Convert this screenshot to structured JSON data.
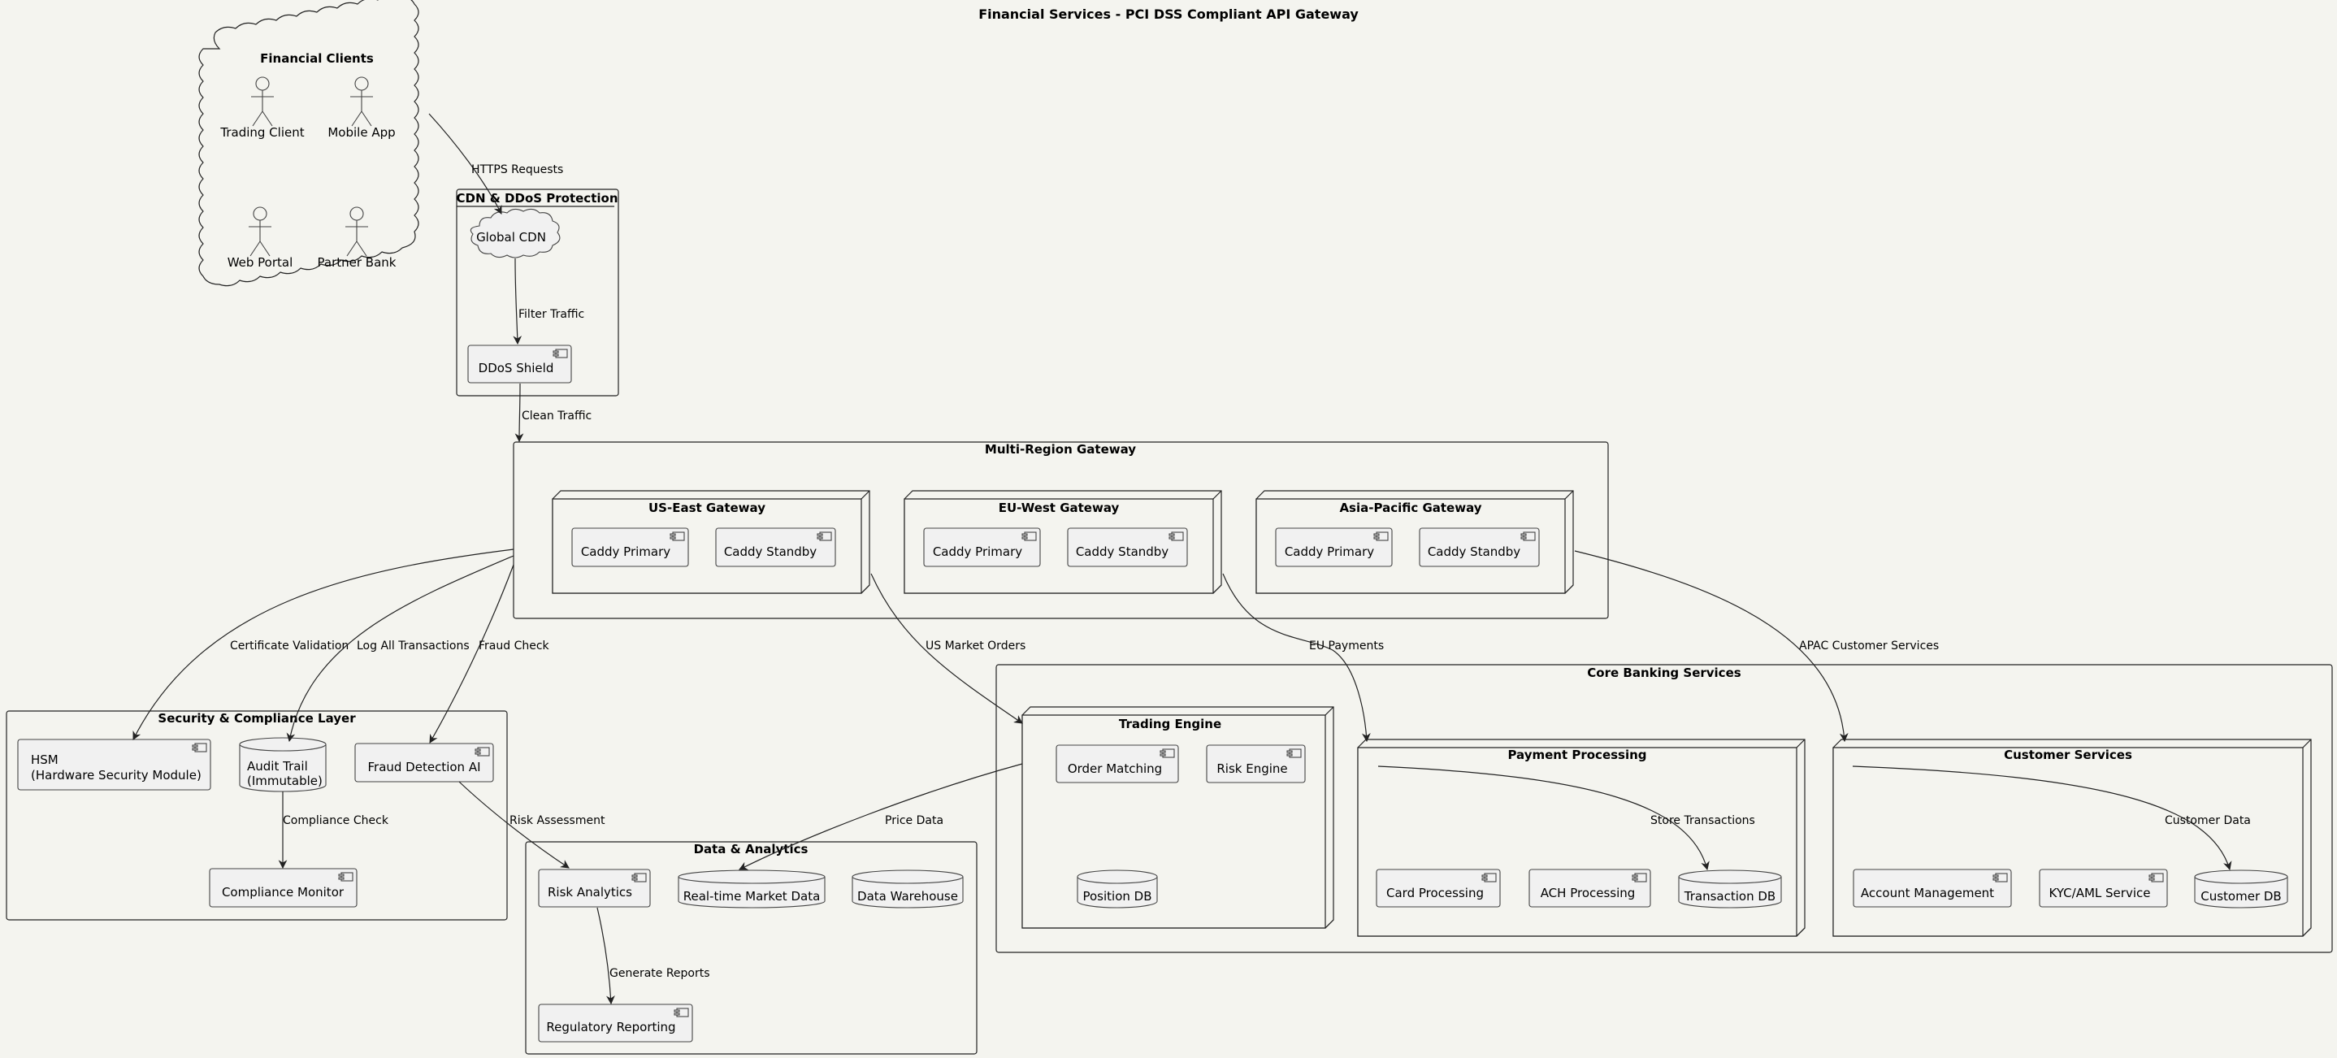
{
  "title": "Financial Services - PCI DSS Compliant API Gateway",
  "groups": {
    "clients": "Financial Clients",
    "cdn": "CDN & DDoS Protection",
    "gateway": "Multi-Region Gateway",
    "us_east": "US-East Gateway",
    "eu_west": "EU-West Gateway",
    "apac": "Asia-Pacific Gateway",
    "security": "Security & Compliance Layer",
    "analytics": "Data & Analytics",
    "core": "Core Banking Services",
    "trading": "Trading Engine",
    "payment": "Payment Processing",
    "customer": "Customer Services"
  },
  "actors": {
    "trading_client": "Trading Client",
    "mobile_app": "Mobile App",
    "web_portal": "Web Portal",
    "partner_bank": "Partner Bank"
  },
  "components": {
    "global_cdn": "Global CDN",
    "ddos_shield": "DDoS Shield",
    "caddy_primary": "Caddy Primary",
    "caddy_standby": "Caddy Standby",
    "hsm_line1": "HSM",
    "hsm_line2": "(Hardware Security Module)",
    "audit_line1": "Audit Trail",
    "audit_line2": "(Immutable)",
    "fraud_ai": "Fraud Detection AI",
    "compliance_monitor": "Compliance Monitor",
    "risk_analytics": "Risk Analytics",
    "market_data": "Real-time Market Data",
    "data_warehouse": "Data Warehouse",
    "regulatory_reporting": "Regulatory Reporting",
    "order_matching": "Order Matching",
    "risk_engine": "Risk Engine",
    "position_db": "Position DB",
    "card_processing": "Card Processing",
    "ach_processing": "ACH Processing",
    "transaction_db": "Transaction DB",
    "account_management": "Account Management",
    "kyc_aml": "KYC/AML Service",
    "customer_db": "Customer DB"
  },
  "edges": {
    "https_requests": "HTTPS Requests",
    "filter_traffic": "Filter Traffic",
    "clean_traffic": "Clean Traffic",
    "cert_validation": "Certificate Validation",
    "log_all": "Log All Transactions",
    "fraud_check": "Fraud Check",
    "us_market_orders": "US Market Orders",
    "eu_payments": "EU Payments",
    "apac_customer": "APAC Customer Services",
    "compliance_check": "Compliance Check",
    "risk_assessment": "Risk Assessment",
    "price_data": "Price Data",
    "generate_reports": "Generate Reports",
    "store_transactions": "Store Transactions",
    "customer_data": "Customer Data"
  }
}
